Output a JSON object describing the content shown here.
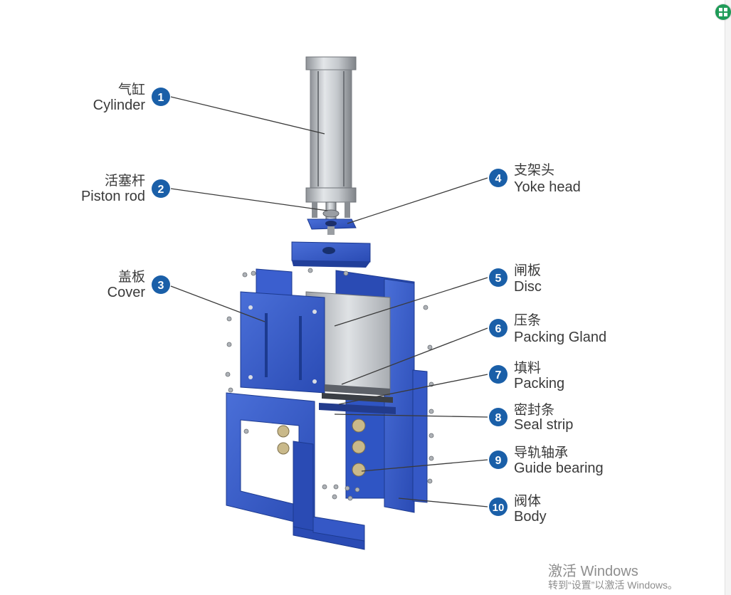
{
  "callouts": [
    {
      "num": "1",
      "zh": "气缸",
      "en": "Cylinder",
      "side": "left"
    },
    {
      "num": "2",
      "zh": "活塞杆",
      "en": "Piston rod",
      "side": "left"
    },
    {
      "num": "3",
      "zh": "盖板",
      "en": "Cover",
      "side": "left"
    },
    {
      "num": "4",
      "zh": "支架头",
      "en": "Yoke head",
      "side": "right"
    },
    {
      "num": "5",
      "zh": "闸板",
      "en": "Disc",
      "side": "right"
    },
    {
      "num": "6",
      "zh": "压条",
      "en": "Packing Gland",
      "side": "right"
    },
    {
      "num": "7",
      "zh": "填料",
      "en": "Packing",
      "side": "right"
    },
    {
      "num": "8",
      "zh": "密封条",
      "en": "Seal strip",
      "side": "right"
    },
    {
      "num": "9",
      "zh": "导轨轴承",
      "en": "Guide bearing",
      "side": "right"
    },
    {
      "num": "10",
      "zh": "阀体",
      "en": "Body",
      "side": "right"
    }
  ],
  "colors": {
    "badge": "#1a5fa8",
    "valve_blue": "#2f55c4",
    "valve_blue_dark": "#213f9a",
    "steel": "#b9bdc2",
    "label_text": "#3a3a3a"
  },
  "watermark": {
    "title": "激活 Windows",
    "subtitle": "转到“设置”以激活 Windows。"
  },
  "corner_icon": "grid-icon"
}
